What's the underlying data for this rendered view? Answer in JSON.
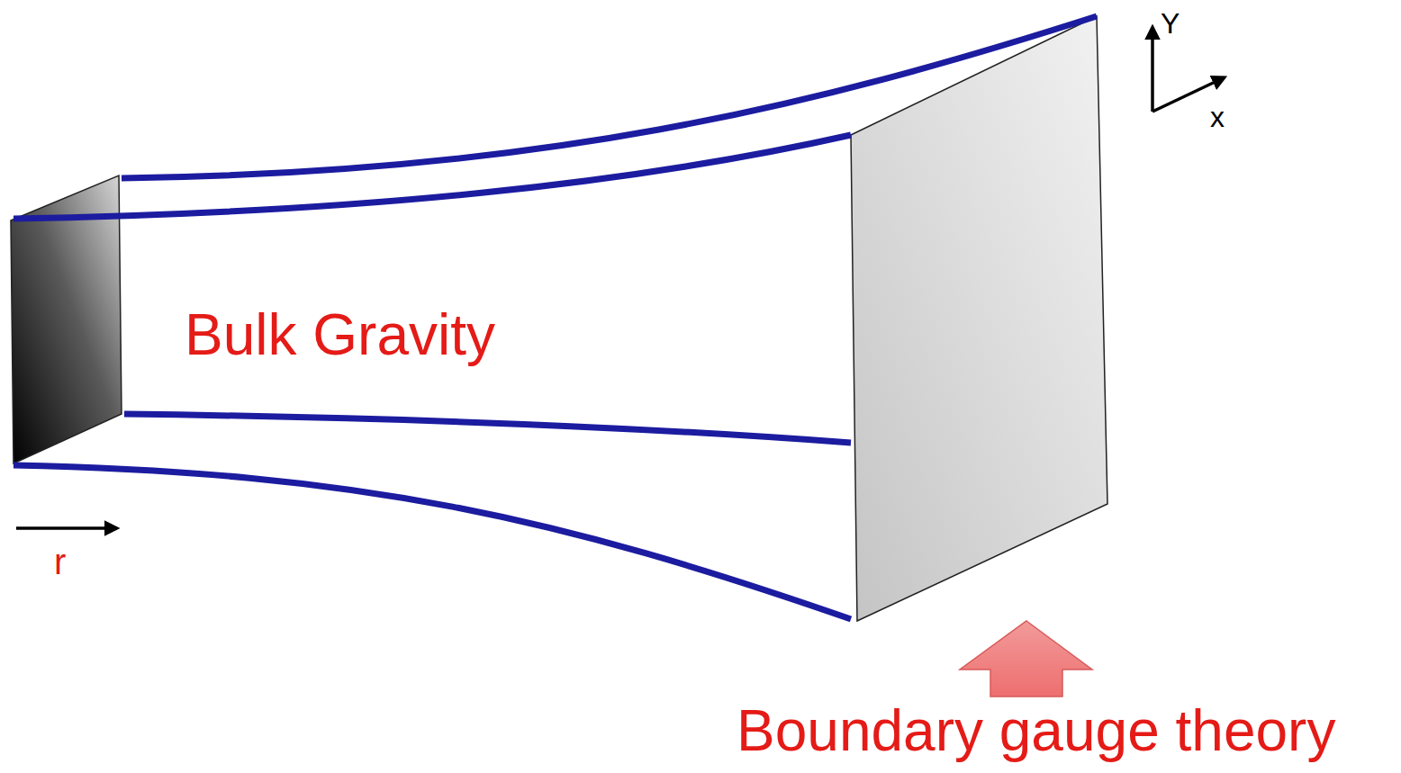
{
  "diagram": {
    "labels": [
      "Y",
      "x",
      "Bulk Gravity",
      "r",
      "Boundary gauge theory"
    ]
  }
}
